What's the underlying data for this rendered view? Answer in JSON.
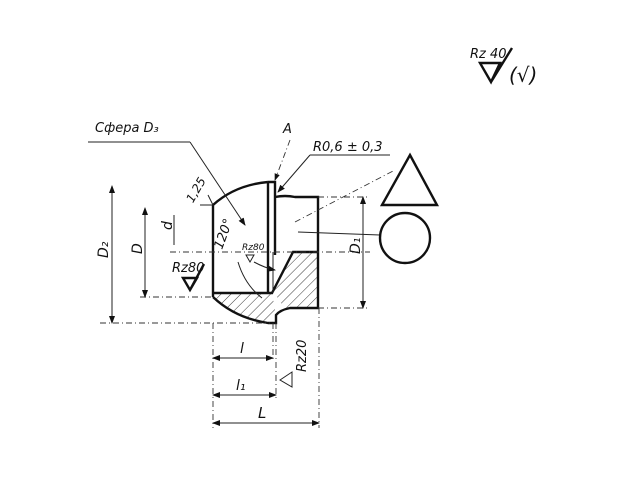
{
  "drawing": {
    "roughness_general": {
      "label": "Rz 40",
      "bracket": "(√)"
    },
    "sphere_label": "Сфера D₃",
    "view_label": "A",
    "radius_label": "R0,6 ± 0,3",
    "chamfer_label": "1,25",
    "angle_label": "120°",
    "inner_roughness": "Rz80",
    "bore_roughness": "Rz80",
    "face_roughness": "Rz20",
    "dimensions": {
      "D2": "D₂",
      "D": "D",
      "d": "d",
      "D1": "D₁",
      "l": "l",
      "l1": "l₁",
      "L": "L"
    },
    "symbols": [
      "triangle",
      "circle"
    ]
  }
}
